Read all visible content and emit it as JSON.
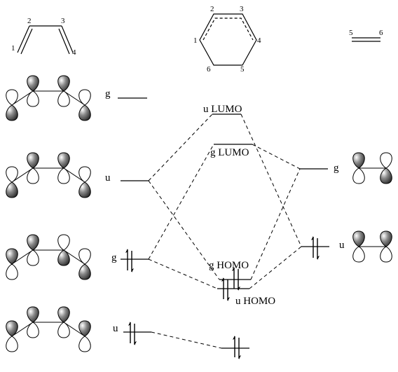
{
  "butadiene": {
    "atom_labels": [
      "1",
      "2",
      "3",
      "4"
    ],
    "orbitals": [
      {
        "symmetry": "g",
        "phases": [
          "down",
          "up",
          "up",
          "down"
        ]
      },
      {
        "symmetry": "u",
        "phases": [
          "down",
          "up",
          "up",
          "down"
        ]
      },
      {
        "symmetry": "g",
        "phases": [
          "up",
          "up",
          "down",
          "down"
        ]
      },
      {
        "symmetry": "u",
        "phases": [
          "up",
          "up",
          "up",
          "up"
        ]
      }
    ],
    "electrons_per_level": [
      0,
      0,
      2,
      2
    ]
  },
  "ethylene": {
    "atom_labels": [
      "5",
      "6"
    ],
    "orbitals": [
      {
        "symmetry": "g",
        "phases": [
          "up",
          "down"
        ]
      },
      {
        "symmetry": "u",
        "phases": [
          "up",
          "up"
        ]
      }
    ],
    "electrons_per_level": [
      0,
      2
    ]
  },
  "product": {
    "atom_labels": [
      "1",
      "2",
      "3",
      "4",
      "5",
      "6"
    ],
    "levels": [
      {
        "symmetry": "u",
        "name": "LUMO",
        "text": "u LUMO"
      },
      {
        "symmetry": "g",
        "name": "LUMO",
        "text": "g LUMO"
      },
      {
        "symmetry": "g",
        "name": "HOMO",
        "text": "g HOMO"
      },
      {
        "symmetry": "u",
        "name": "HOMO",
        "text": "u HOMO"
      }
    ],
    "lowest_level_electrons": 2
  },
  "colors": {
    "line": "#000000",
    "lobe_shaded": "#6e6e6e",
    "lobe_open": "#ffffff"
  },
  "icons": [
    "up-arrow-icon",
    "down-arrow-icon"
  ]
}
